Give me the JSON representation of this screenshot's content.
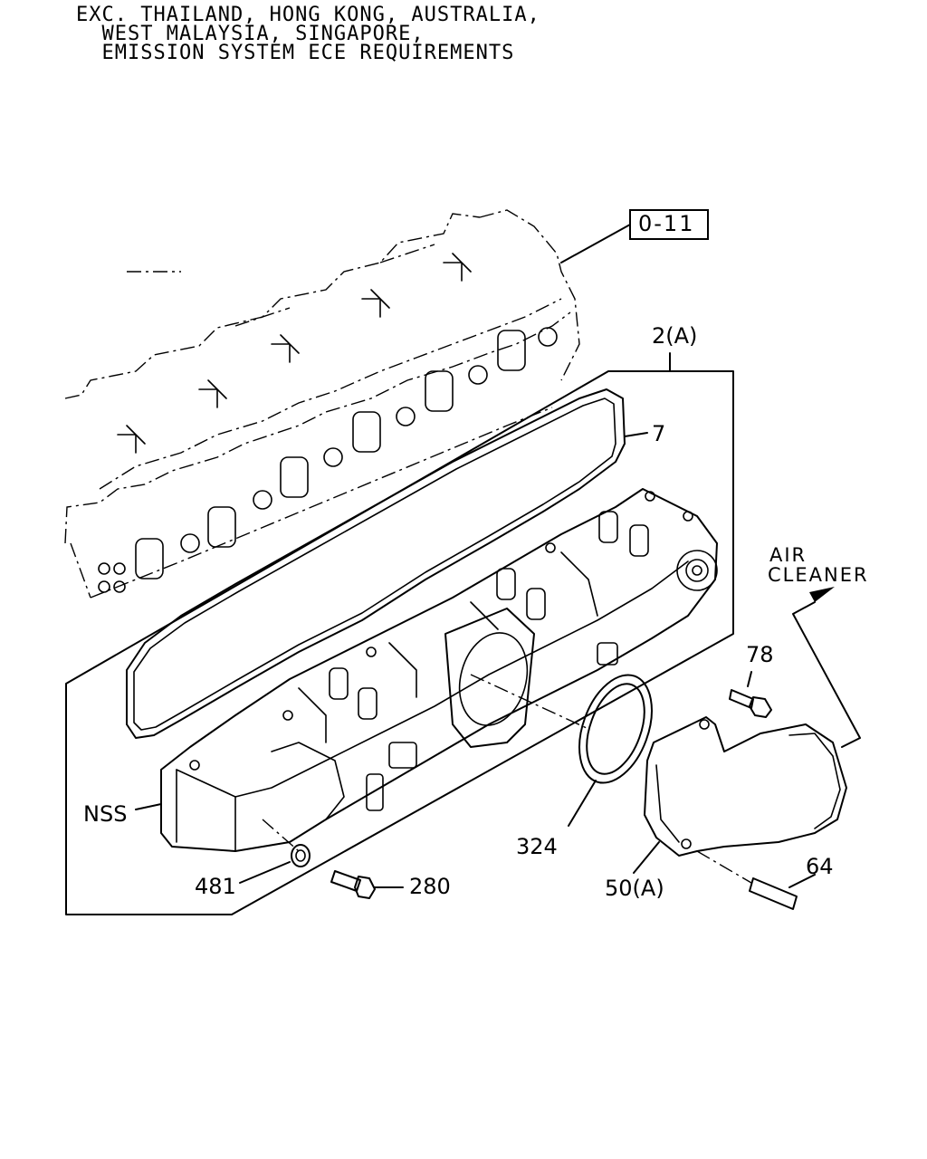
{
  "header_notes": [
    "EXC. THAILAND, HONG KONG, AUSTRALIA,",
    "  WEST MALAYSIA, SINGAPORE,",
    "  EMISSION SYSTEM ECE REQUIREMENTS"
  ],
  "callouts": {
    "ref_box": "0-11",
    "assy": "2(A)",
    "gasket": "7",
    "nss": "NSS",
    "seal_ring": "324",
    "plug": "481",
    "bolt_280": "280",
    "duct": "50(A)",
    "bolt_78": "78",
    "stud_64": "64",
    "air_cleaner_1": "AIR",
    "air_cleaner_2": "CLEANER"
  }
}
